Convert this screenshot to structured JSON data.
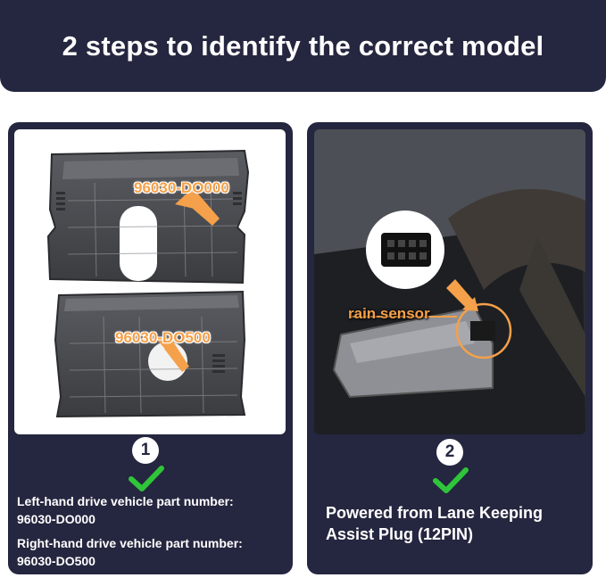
{
  "header": {
    "title": "2 steps to identify the correct model"
  },
  "step1": {
    "number": "1",
    "part_label_top": "96030-DO000",
    "part_label_bottom": "96030-DO500",
    "line1": "Left-hand drive vehicle part number:",
    "line2": "96030-DO000",
    "line3": "Right-hand drive vehicle part number:",
    "line4": "96030-DO500"
  },
  "step2": {
    "number": "2",
    "photo_label": "rain sensor",
    "caption": "Powered from Lane Keeping Assist Plug (12PIN)"
  },
  "colors": {
    "panel": "#25263f",
    "accent_orange": "#f7a046",
    "check_green": "#2fc53a"
  }
}
